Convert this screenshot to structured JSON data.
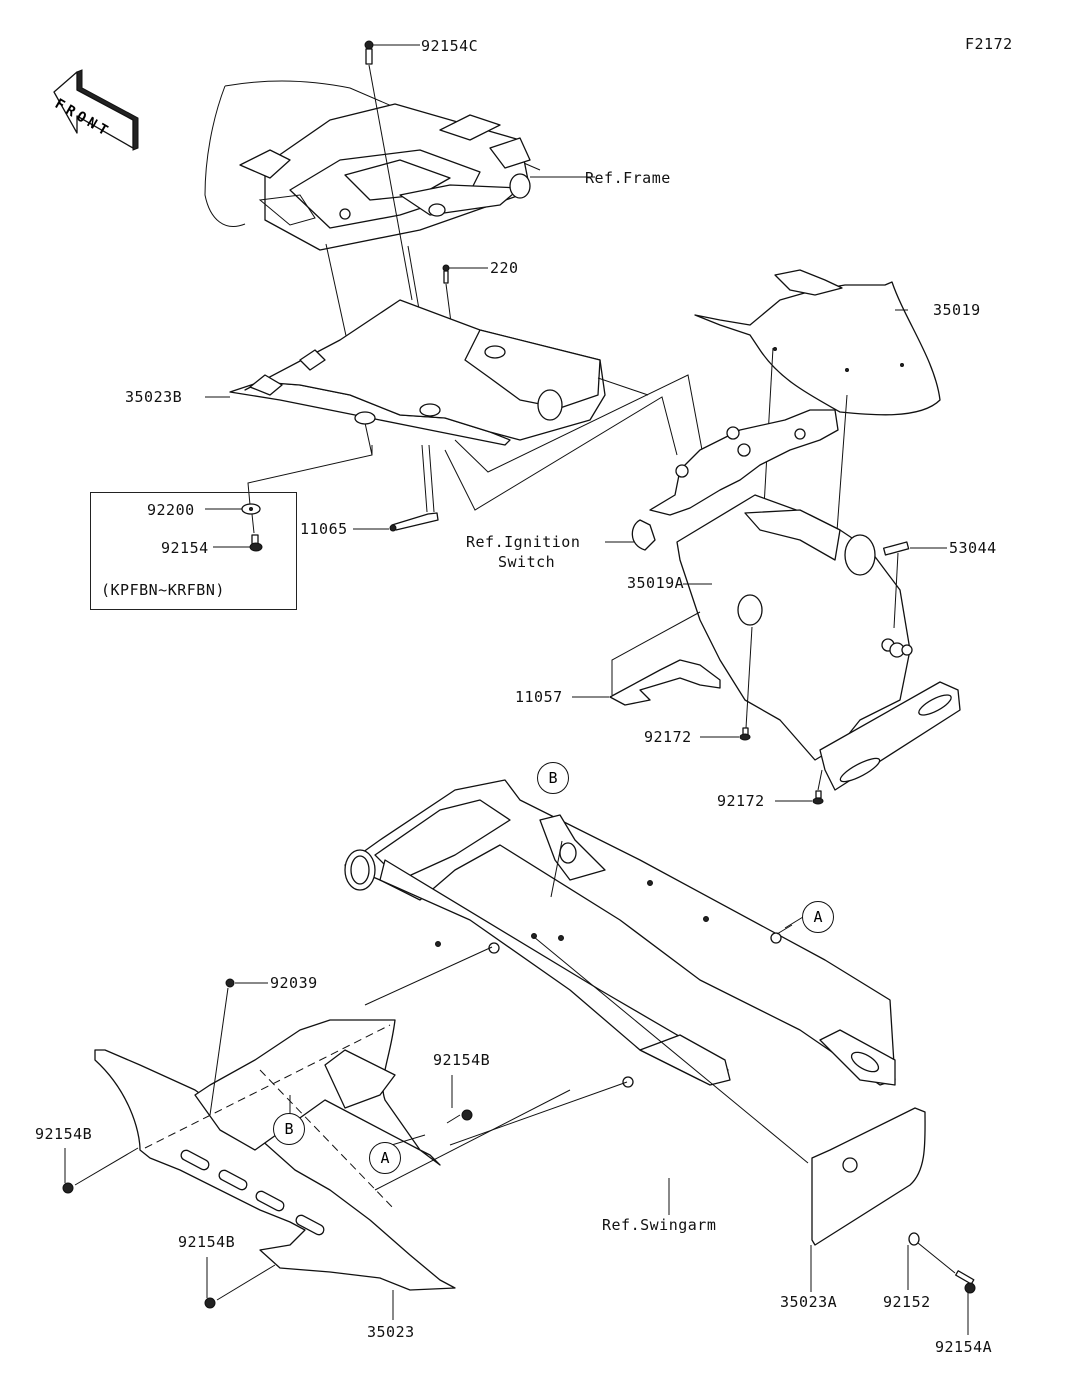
{
  "diagram": {
    "figure_code": "F2172",
    "front_indicator": "FRONT",
    "kit_box_note": "(KPFBN~KRFBN)",
    "callouts": {
      "p92154C": "92154C",
      "ref_frame": "Ref.Frame",
      "p220": "220",
      "p35019": "35019",
      "p35023B": "35023B",
      "p92200": "92200",
      "p92154": "92154",
      "p11065": "11065",
      "ref_ignition_line1": "Ref.Ignition",
      "ref_ignition_line2": "Switch",
      "p53044": "53044",
      "p35019A": "35019A",
      "p11057": "11057",
      "p92172_a": "92172",
      "p92172_b": "92172",
      "p92039": "92039",
      "p92154B_a": "92154B",
      "p92154B_b": "92154B",
      "p92154B_c": "92154B",
      "ref_swingarm": "Ref.Swingarm",
      "p35023": "35023",
      "p35023A": "35023A",
      "p92152": "92152",
      "p92154A": "92154A"
    },
    "reference_marks": {
      "b_top": "B",
      "a_right": "A",
      "b_guard": "B",
      "a_guard": "A"
    }
  }
}
